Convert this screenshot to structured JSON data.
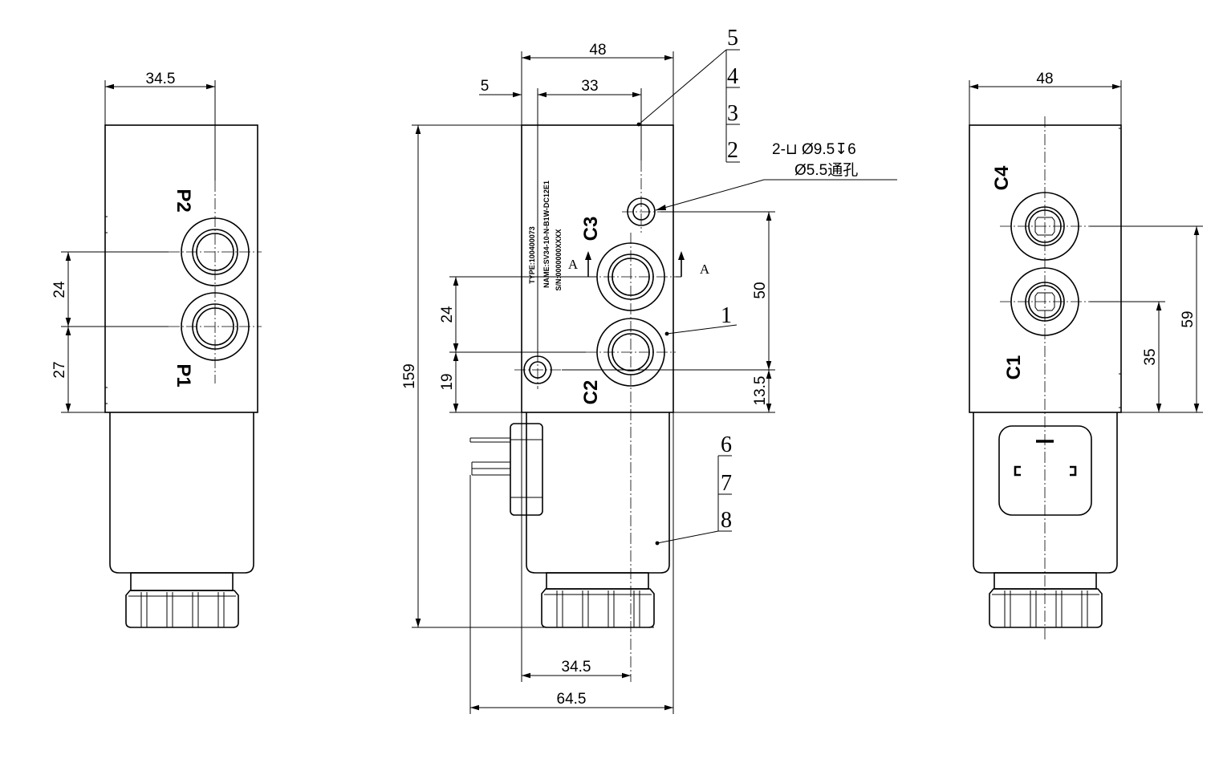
{
  "drawing": {
    "left_view": {
      "dim_width": "34.5",
      "dim_ports": "24",
      "dim_bottom": "27",
      "port_top": "P2",
      "port_bottom": "P1"
    },
    "front_view": {
      "dim_width": "48",
      "dim_offset": "5",
      "dim_hole": "33",
      "dim_height": "159",
      "dim_port_spacing": "24",
      "dim_lower": "19",
      "dim_right_spacing": "50",
      "dim_right_lower": "13.5",
      "dim_bottom_inner": "34.5",
      "dim_bottom_total": "64.5",
      "port_top": "C3",
      "port_bottom": "C2",
      "section_mark": "A",
      "hole_note_line1": "2-⊔ Ø9.5↧6",
      "hole_note_line2": "Ø5.5通孔",
      "nameplate": [
        "TYPE:100400073",
        "NAME:SV34-10-N-B1W-DC12E1",
        "S/N:0000000XXXX"
      ]
    },
    "right_view": {
      "dim_width": "48",
      "dim_outer": "59",
      "dim_inner": "35",
      "port_top": "C4",
      "port_bottom": "C1"
    },
    "balloons": [
      "5",
      "4",
      "3",
      "2",
      "1",
      "6",
      "7",
      "8"
    ]
  }
}
